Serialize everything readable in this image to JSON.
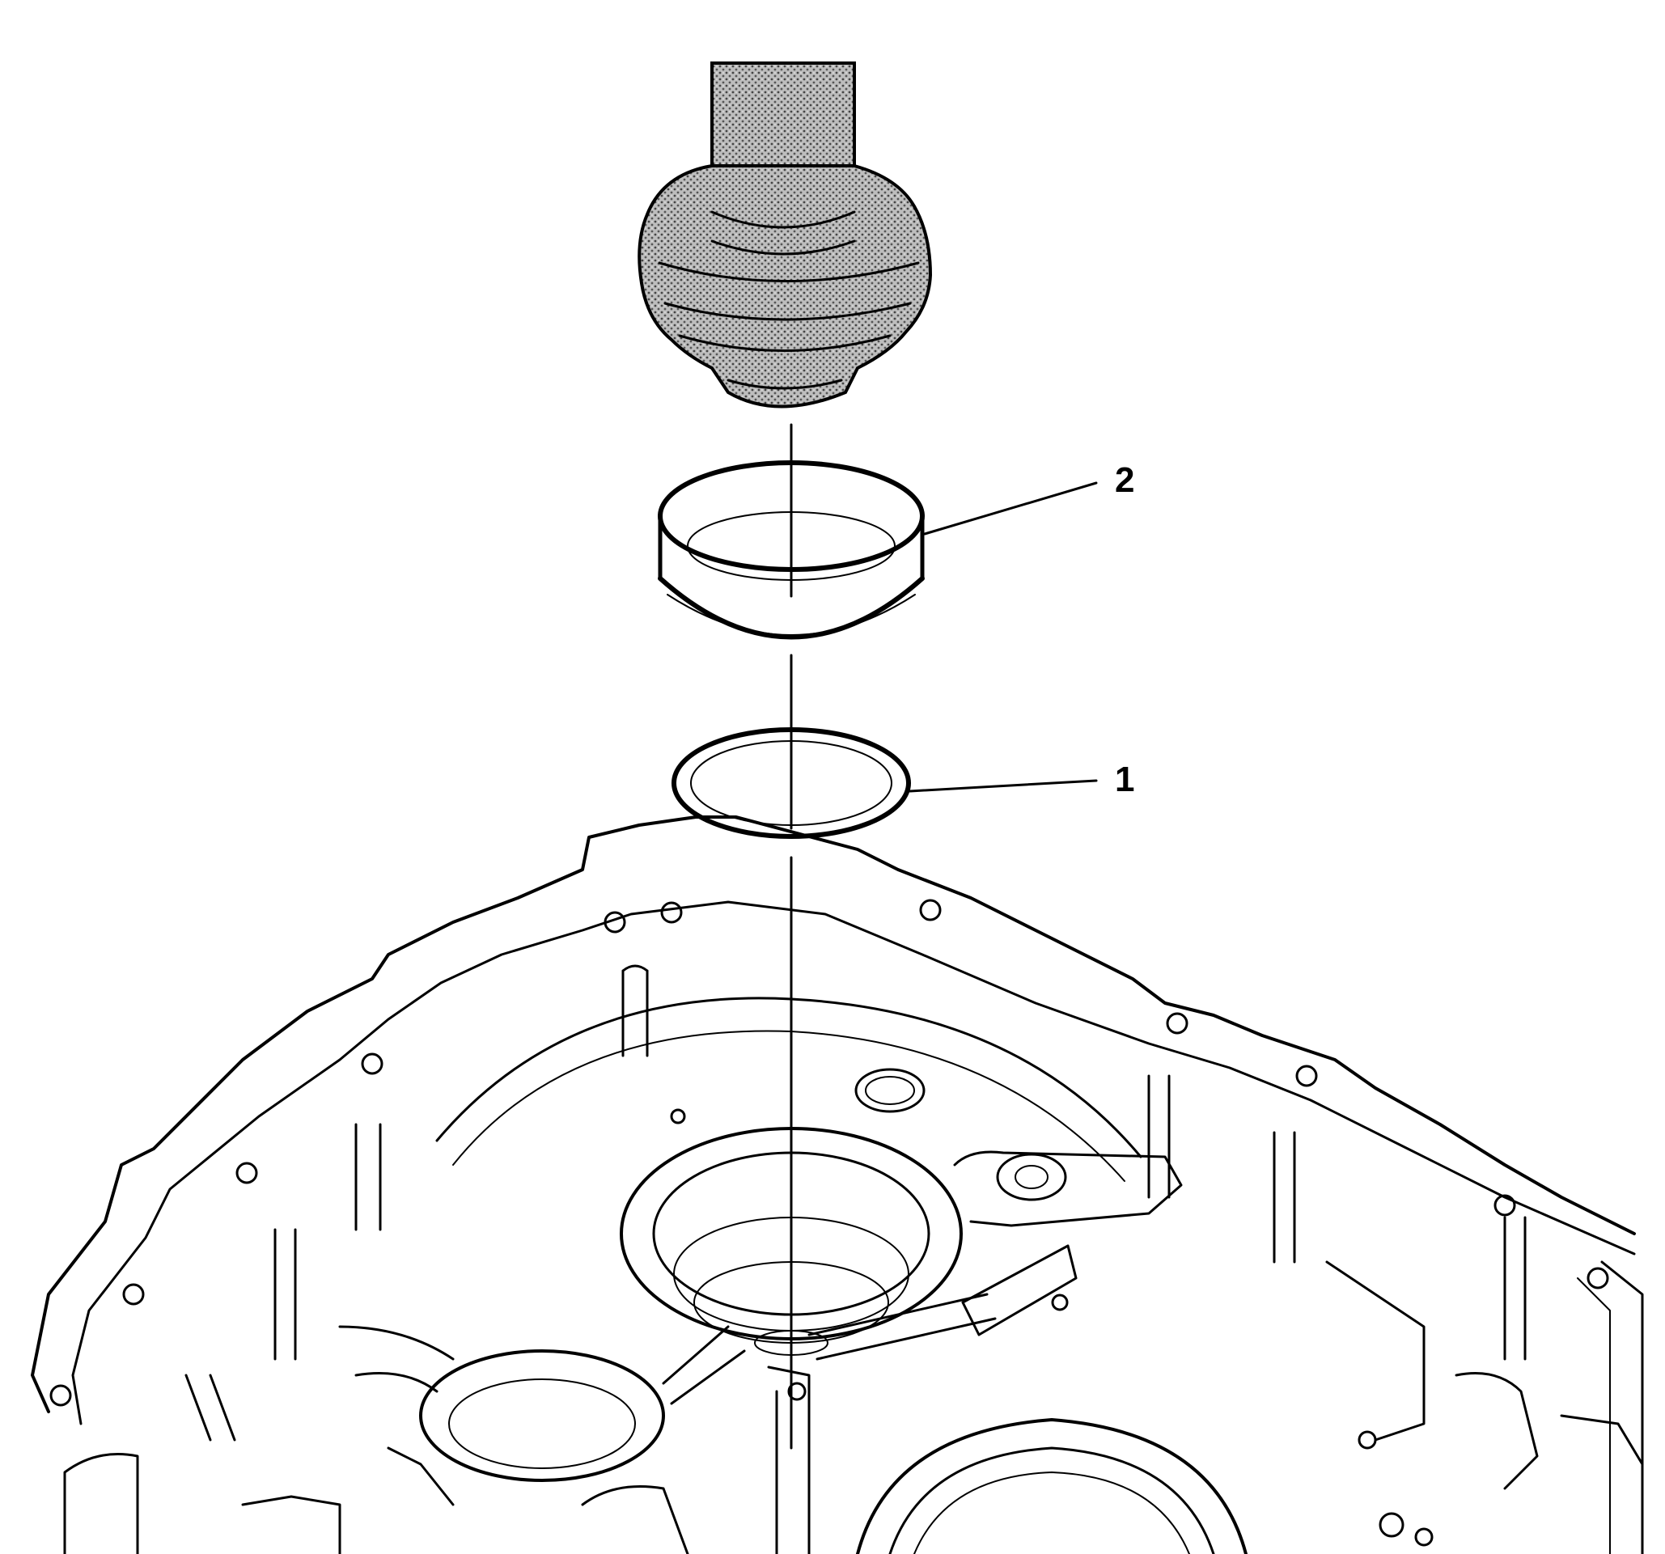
{
  "callouts": [
    {
      "id": "1",
      "label": "1"
    },
    {
      "id": "2",
      "label": "2"
    }
  ],
  "colors": {
    "line": "#000000",
    "background": "#ffffff",
    "tool_shading": "#7a7a7a"
  },
  "parts": {
    "tool": "driver-tool",
    "bushing": "bushing",
    "seal": "seal-ring",
    "housing": "transmission-case"
  }
}
